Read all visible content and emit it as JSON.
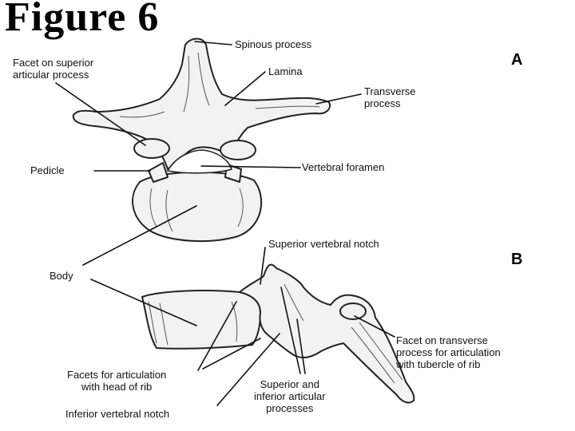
{
  "title": "Figure 6",
  "panels": {
    "a": "A",
    "b": "B"
  },
  "labels": {
    "spinous_process": "Spinous process",
    "facet_superior_1": "Facet on superior",
    "facet_superior_2": "articular process",
    "lamina": "Lamina",
    "transverse_1": "Transverse",
    "transverse_2": "process",
    "pedicle": "Pedicle",
    "vertebral_foramen": "Vertebral foramen",
    "superior_notch": "Superior vertebral notch",
    "body": "Body",
    "facet_transverse_1": "Facet on transverse",
    "facet_transverse_2": "process for articulation",
    "facet_transverse_3": "with tubercle of rib",
    "facets_head_1": "Facets for articulation",
    "facets_head_2": "with head of rib",
    "sup_inf_1": "Superior and",
    "sup_inf_2": "inferior articular",
    "sup_inf_3": "processes",
    "inferior_notch": "Inferior vertebral notch"
  }
}
